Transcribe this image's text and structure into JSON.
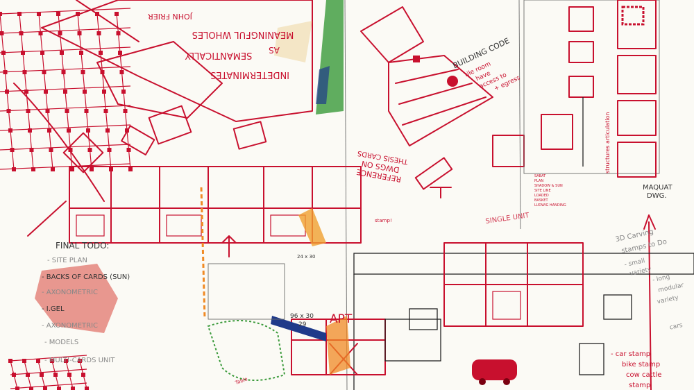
{
  "annotations": {
    "author": "JOHN FRIER",
    "quote": [
      "INDETERMINATES",
      "AS",
      "SEMANTICALLY",
      "MEANINGFUL WHOLES"
    ],
    "building_code": "BUILDING CODE",
    "building_notes": [
      "tile room",
      "have",
      "access to",
      "+ egress"
    ],
    "reference": [
      "REFERENCE",
      "DWGS ON",
      "THESIS CARDS"
    ],
    "single_unit": "SINGLE UNIT",
    "unit_list": [
      "SABAT",
      "PLAN",
      "SHADOW & SUN",
      "SITE LINE",
      "LOADED",
      "BASKET",
      "LUDWIG HANDING"
    ],
    "maquat": [
      "MAQUAT",
      "DWG."
    ],
    "structures": "structures articulation",
    "stamp": "stamp!",
    "dims_small": "24 x 30",
    "dims": [
      "96 x 30",
      "29"
    ],
    "apt": "APT",
    "table": "Table"
  },
  "todo": {
    "title": "FINAL TODO:",
    "items": [
      "- SITE PLAN",
      "- BACKS OF CARDS (SUN)",
      "- AXONOMETRIC",
      "- I.GEL",
      "- AXONOMETRIC",
      "- MODELS",
      "- MULTI-CARDS UNIT"
    ]
  },
  "stamps": {
    "title": [
      "3D Carving",
      "stamps to Do"
    ],
    "items": [
      "- small",
      "variety",
      "- long",
      "modular",
      "variety",
      "cars"
    ],
    "red_items": [
      "- car stamp",
      "bike stamp",
      "cow cattle",
      "stamp"
    ]
  },
  "colors": {
    "red": "#c8102e",
    "green": "#3a9a3a",
    "blue": "#1f3a8a",
    "orange": "#f08a24",
    "paper": "#fbfaf5"
  }
}
